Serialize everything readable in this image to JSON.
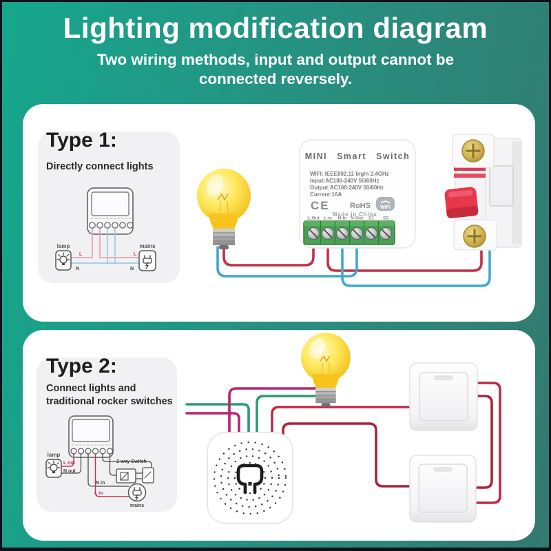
{
  "header": {
    "title": "Lighting modification diagram",
    "subtitle": "Two wiring methods, input and output cannot be connected reversely."
  },
  "type1": {
    "heading": "Type 1:",
    "subheading": "Directly connect lights",
    "schematic": {
      "lamp": "lamp",
      "mains": "mains",
      "l": "L",
      "n": "N"
    },
    "device": {
      "title": "MINI Smart Switch",
      "specs": [
        "WIFI: IEEE802.11 b/g/n 2.4GHz",
        "Input:AC100-240V 50/60Hz",
        "Output:AC100-240V 50/60Hz",
        "Current:16A"
      ],
      "ce": "CE",
      "rohs": "RoHS",
      "wifi": "WiFi",
      "made_in": "Made in China",
      "terminals": [
        "L-Out",
        "L-in",
        "N-In",
        "N-Out",
        "S1",
        "S2"
      ]
    }
  },
  "type2": {
    "heading": "Type 2:",
    "subheading": "Connect lights and traditional rocker switches",
    "schematic": {
      "lamp": "lamp",
      "l_out": "L out",
      "n_out": "N out",
      "two_way": "2-way Switch",
      "n_in": "N in",
      "l_in": "L in",
      "mains": "mains"
    }
  },
  "colors": {
    "background_teal": "#16a68d",
    "wire_red": "#c23049",
    "wire_blue": "#3fa9cf",
    "wire_magenta": "#b5266e",
    "wire_green": "#2c9b72",
    "bulb_yellow": "#f6c41c"
  }
}
